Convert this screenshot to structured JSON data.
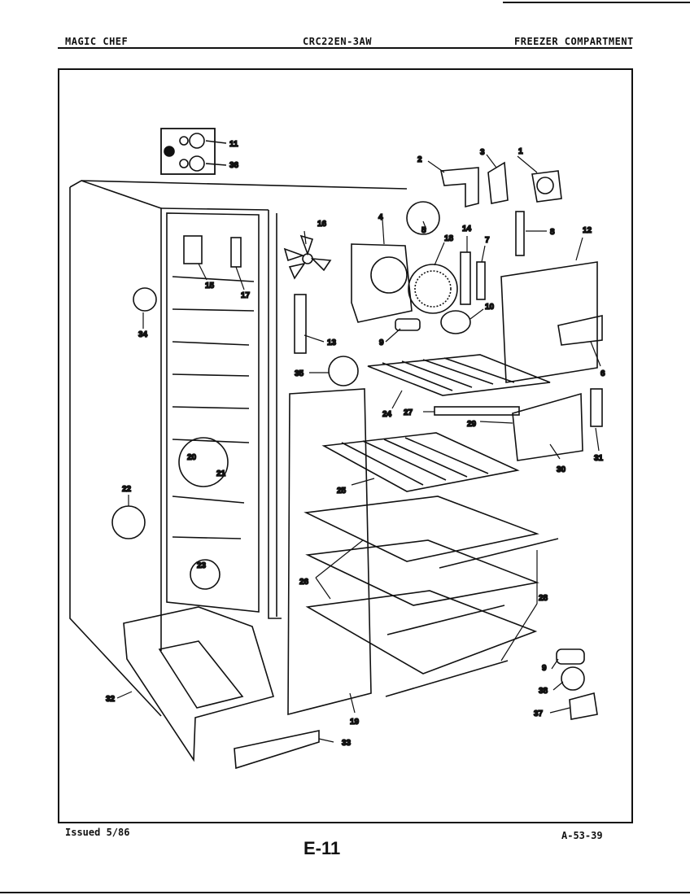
{
  "header": {
    "brand": "MAGIC CHEF",
    "model": "CRC22EN-3AW",
    "section": "FREEZER COMPARTMENT"
  },
  "footer": {
    "issued": "Issued 5/86",
    "page": "E-11",
    "code": "A-53-39"
  },
  "diagram": {
    "inset_marker": "1",
    "part_labels": [
      "1",
      "2",
      "3",
      "4",
      "5",
      "6",
      "7",
      "8",
      "9",
      "10",
      "11",
      "12",
      "13",
      "14",
      "15",
      "16",
      "17",
      "18",
      "19",
      "20",
      "21",
      "22",
      "23",
      "24",
      "25",
      "26",
      "27",
      "28",
      "29",
      "30",
      "31",
      "32",
      "33",
      "34",
      "35",
      "36",
      "37",
      "38",
      "9"
    ]
  }
}
